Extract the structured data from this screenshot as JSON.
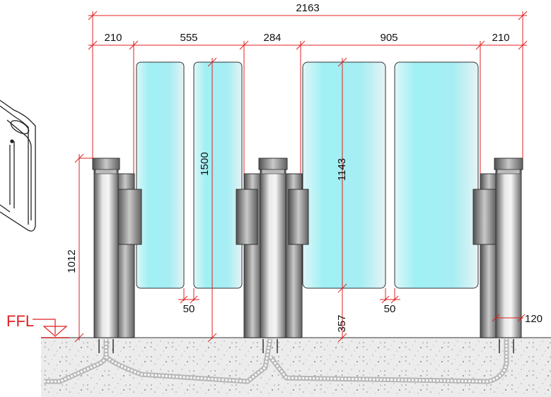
{
  "dimensions": {
    "overall_width": "2163",
    "left_post": "210",
    "left_glass_pair": "555",
    "center_post": "284",
    "right_glass_pair": "905",
    "right_post": "210",
    "glass_height_left": "1500",
    "glass_height_right": "1143",
    "post_height": "1012",
    "gap_left": "50",
    "gap_right": "50",
    "floor_clearance": "357",
    "post_depth": "120"
  },
  "floor_label": "FFL",
  "colors": {
    "dimension_line": "#e02020",
    "glass_cyan": "#9ff0f4",
    "post_steel": "#9a9a9a"
  }
}
